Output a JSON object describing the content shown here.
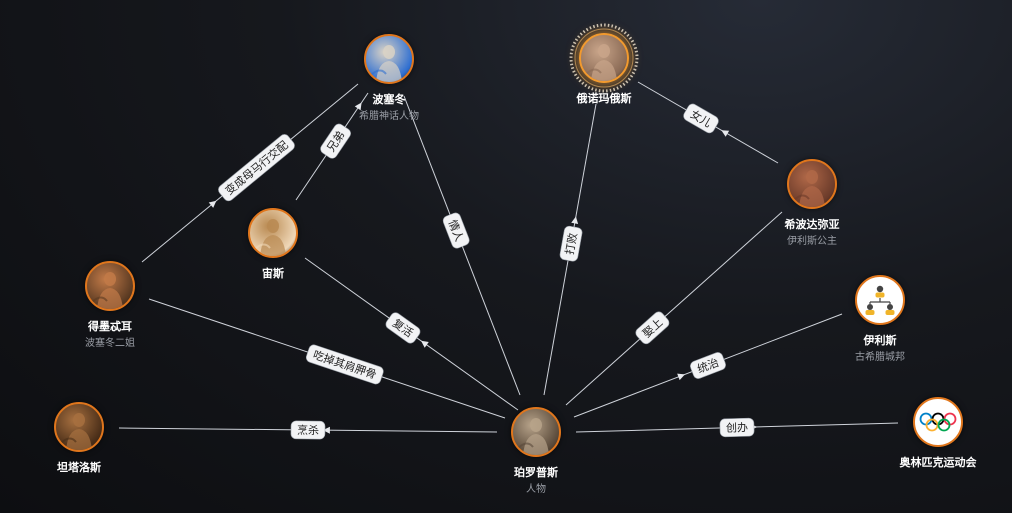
{
  "nodes": [
    {
      "id": "poseidon",
      "name": "波塞冬",
      "desc": "希腊神话人物",
      "colors": [
        "#2f6fd1",
        "#d9d2c6"
      ]
    },
    {
      "id": "oenomaus",
      "name": "俄诺玛俄斯",
      "desc": "",
      "colors": [
        "#8a6a55",
        "#c9a58a"
      ],
      "focus": true
    },
    {
      "id": "zeus",
      "name": "宙斯",
      "desc": "",
      "colors": [
        "#f0d8b8",
        "#b98a52"
      ]
    },
    {
      "id": "demeter",
      "name": "得墨忒耳",
      "desc": "波塞冬二姐",
      "colors": [
        "#5a3a22",
        "#c27a48"
      ]
    },
    {
      "id": "hippodamia",
      "name": "希波达弥亚",
      "desc": "伊利斯公主",
      "colors": [
        "#6b3b2a",
        "#b06848"
      ]
    },
    {
      "id": "elis",
      "name": "伊利斯",
      "desc": "古希腊城邦",
      "icon": "people-hierarchy-icon"
    },
    {
      "id": "tantalus",
      "name": "坦塔洛斯",
      "desc": "",
      "colors": [
        "#4a2e18",
        "#a77040"
      ]
    },
    {
      "id": "pelops",
      "name": "珀罗普斯",
      "desc": "人物",
      "colors": [
        "#5a4a3a",
        "#b7a38a"
      ]
    },
    {
      "id": "olympics",
      "name": "奥林匹克运动会",
      "desc": "",
      "icon": "olympic-rings-icon"
    }
  ],
  "edges": [
    {
      "from": "demeter",
      "to": "poseidon",
      "label": "变成母马行交配"
    },
    {
      "from": "zeus",
      "to": "poseidon",
      "label": "兄弟"
    },
    {
      "from": "pelops",
      "to": "poseidon",
      "label": "情人"
    },
    {
      "from": "pelops",
      "to": "oenomaus",
      "label": "打败"
    },
    {
      "from": "hippodamia",
      "to": "oenomaus",
      "label": "女儿"
    },
    {
      "from": "pelops",
      "to": "hippodamia",
      "label": "娶上"
    },
    {
      "from": "pelops",
      "to": "zeus",
      "label": "复活"
    },
    {
      "from": "pelops",
      "to": "demeter",
      "label": "吃掉其肩胛骨"
    },
    {
      "from": "pelops",
      "to": "elis",
      "label": "统治"
    },
    {
      "from": "pelops",
      "to": "tantalus",
      "label": "烹杀"
    },
    {
      "from": "pelops",
      "to": "olympics",
      "label": "创办"
    }
  ],
  "colors": {
    "accent": "#e0761c",
    "focus_glow": "#f29a2e",
    "edge": "#cfd3da"
  }
}
